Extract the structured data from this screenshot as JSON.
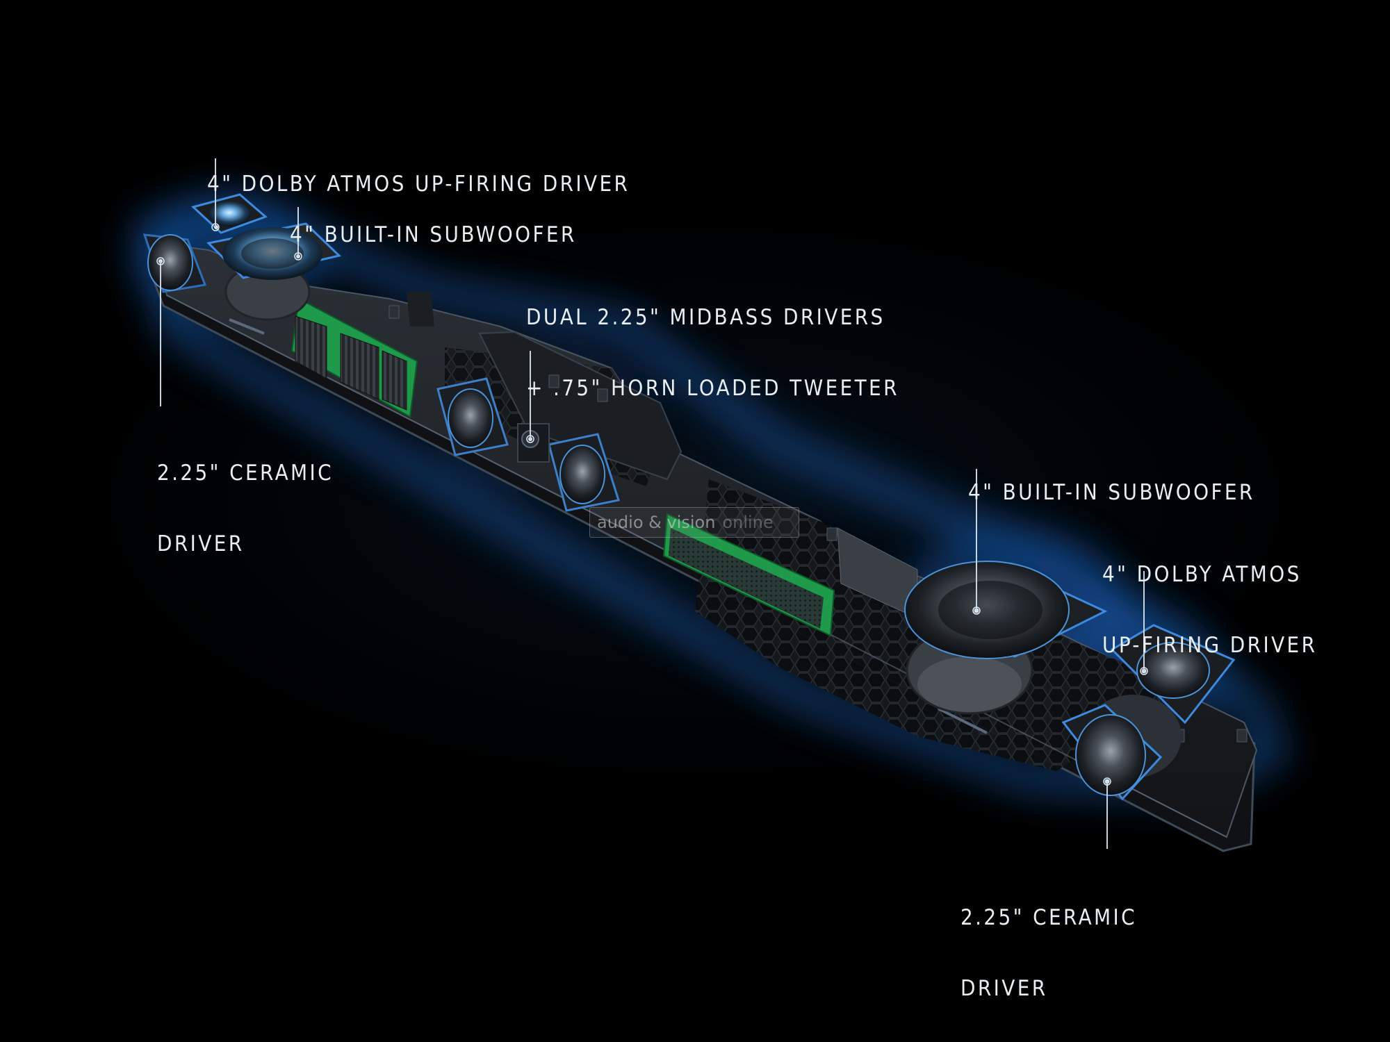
{
  "labels": {
    "top_atmos": "4\" DOLBY ATMOS UP-FIRING DRIVER",
    "top_sub": "4\" BUILT-IN SUBWOOFER",
    "mid_line1": "DUAL 2.25\" MIDBASS DRIVERS",
    "mid_line2": "+ .75\" HORN LOADED TWEETER",
    "left_ceramic_line1": "2.25\" CERAMIC",
    "left_ceramic_line2": "DRIVER",
    "right_sub": "4\" BUILT-IN SUBWOOFER",
    "right_atmos_line1": "4\" DOLBY ATMOS",
    "right_atmos_line2": "UP-FIRING DRIVER",
    "right_ceramic_line1": "2.25\" CERAMIC",
    "right_ceramic_line2": "DRIVER"
  },
  "watermark": {
    "part1": "audio & vision",
    "part2": "online"
  },
  "colors": {
    "background": "#000000",
    "glow": "#1e6fd0",
    "circuit_board": "#1f9a4a",
    "label_text": "#e9eef3"
  }
}
